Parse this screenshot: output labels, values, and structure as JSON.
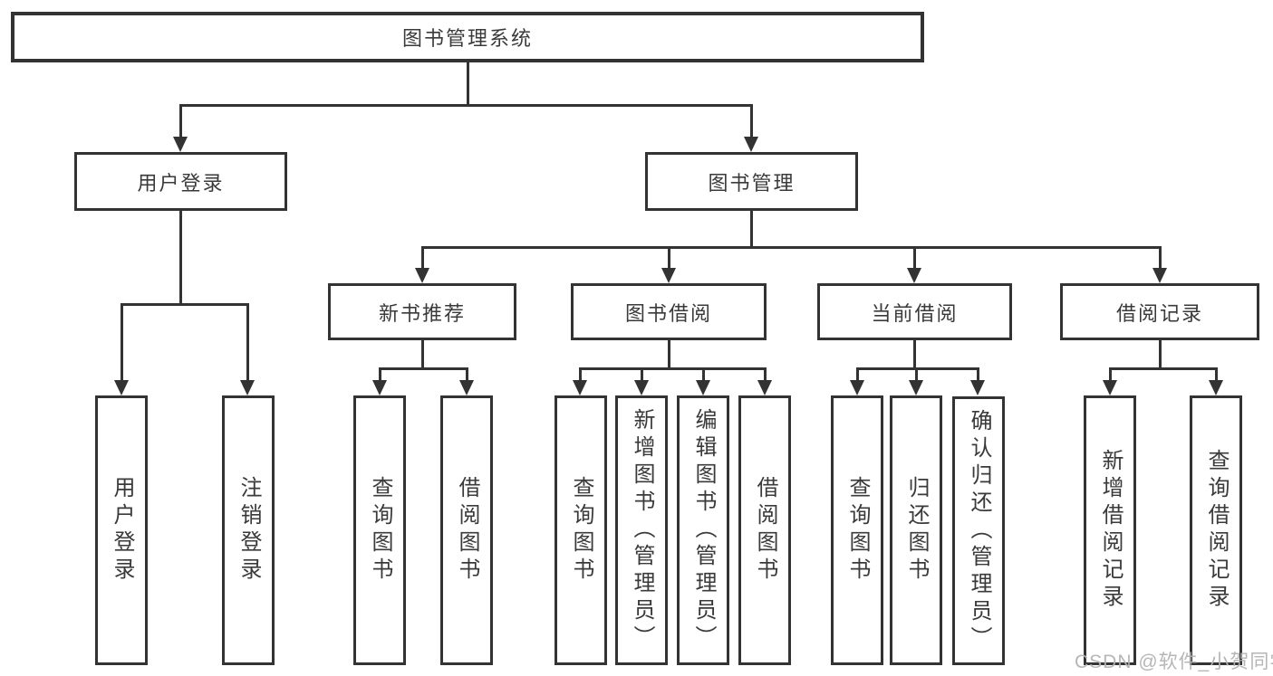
{
  "tree": {
    "root": "图书管理系统",
    "children": [
      {
        "label": "用户登录",
        "children": [
          {
            "label": "用户登录"
          },
          {
            "label": "注销登录"
          }
        ]
      },
      {
        "label": "图书管理",
        "children": [
          {
            "label": "新书推荐",
            "children": [
              {
                "label": "查询图书"
              },
              {
                "label": "借阅图书"
              }
            ]
          },
          {
            "label": "图书借阅",
            "children": [
              {
                "label": "查询图书"
              },
              {
                "label": "新增图书（管理员）"
              },
              {
                "label": "编辑图书（管理员）"
              },
              {
                "label": "借阅图书"
              }
            ]
          },
          {
            "label": "当前借阅",
            "children": [
              {
                "label": "查询图书"
              },
              {
                "label": "归还图书"
              },
              {
                "label": "确认归还（管理员）"
              }
            ]
          },
          {
            "label": "借阅记录",
            "children": [
              {
                "label": "新增借阅记录"
              },
              {
                "label": "查询借阅记录"
              }
            ]
          }
        ]
      }
    ]
  },
  "watermark": "CSDN @软件_小贺同学",
  "colors": {
    "line": "#333333",
    "text": "#3a3a3a",
    "watermark": "#b4b4b4",
    "background": "#ffffff"
  }
}
